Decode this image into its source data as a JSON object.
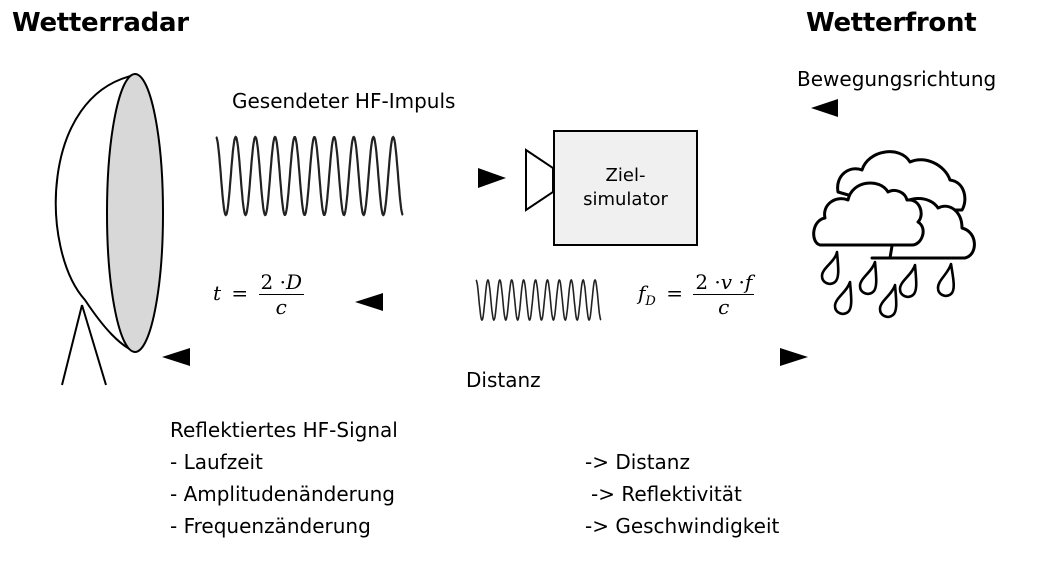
{
  "titles": {
    "radar": "Wetterradar",
    "front": "Wetterfront"
  },
  "labels": {
    "movement_direction": "Bewegungsrichtung",
    "sent_pulse": "Gesendeter HF-Impuls",
    "distance": "Distanz",
    "target_simulator_line1": "Ziel-",
    "target_simulator_line2": "simulator"
  },
  "formulas": {
    "time": {
      "lhs": "t",
      "eq": "=",
      "num_a": "2",
      "dot": "·",
      "num_b": "D",
      "den": "c"
    },
    "doppler": {
      "lhs": "f",
      "sub": "D",
      "eq": "=",
      "num_a": "2",
      "dot1": "·",
      "num_b": "v",
      "dot2": "·",
      "num_c": "f",
      "den": "c"
    }
  },
  "reflected": {
    "heading": "Reflektiertes HF-Signal",
    "items": [
      {
        "measure": "- Laufzeit",
        "result": "-> Distanz"
      },
      {
        "measure": "- Amplitudenänderung",
        "result": "-> Reflektivität"
      },
      {
        "measure": "- Frequenzänderung",
        "result": "-> Geschwindigkeit"
      }
    ]
  },
  "icons": {
    "radar_dish": "radar-dish-icon",
    "rain_cloud": "rain-cloud-icon",
    "sine_sent": "sine-wave-icon",
    "sine_reflected": "sine-wave-icon",
    "horn_antenna": "horn-antenna-icon"
  },
  "colors": {
    "dish_face": "#d8d8d8",
    "simulator_fill": "#f0f0f0",
    "stroke": "#000000"
  }
}
